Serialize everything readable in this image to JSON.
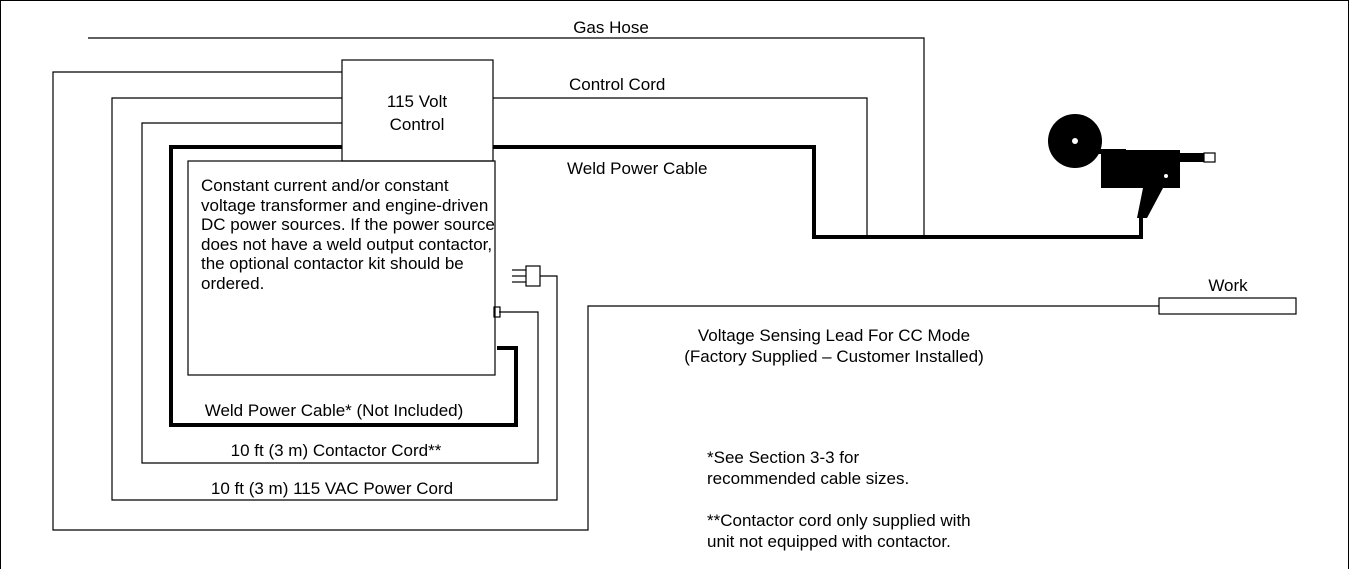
{
  "labels": {
    "gas_hose": "Gas Hose",
    "control_box_line1": "115 Volt",
    "control_box_line2": "Control",
    "control_cord": "Control Cord",
    "weld_power_cable": "Weld Power Cable",
    "power_source_description": "Constant current and/or constant voltage transformer and engine-driven DC power sources. If the power source does not have a weld output contactor, the optional contactor kit should be ordered.",
    "work": "Work",
    "voltage_sensing_line1": "Voltage Sensing Lead For CC Mode",
    "voltage_sensing_line2": "(Factory Supplied – Customer Installed)",
    "weld_power_cable_not_included": "Weld Power Cable* (Not Included)",
    "contactor_cord": "10 ft (3 m) Contactor Cord**",
    "power_cord": "10 ft (3 m) 115 VAC Power Cord"
  },
  "notes": {
    "note1_line1": "*See Section 3-3 for",
    "note1_line2": "recommended cable sizes.",
    "note2_line1": "**Contactor cord only supplied with",
    "note2_line2": "unit not equipped with contactor."
  },
  "icons": [
    "spool-gun-icon",
    "plug-icon"
  ]
}
